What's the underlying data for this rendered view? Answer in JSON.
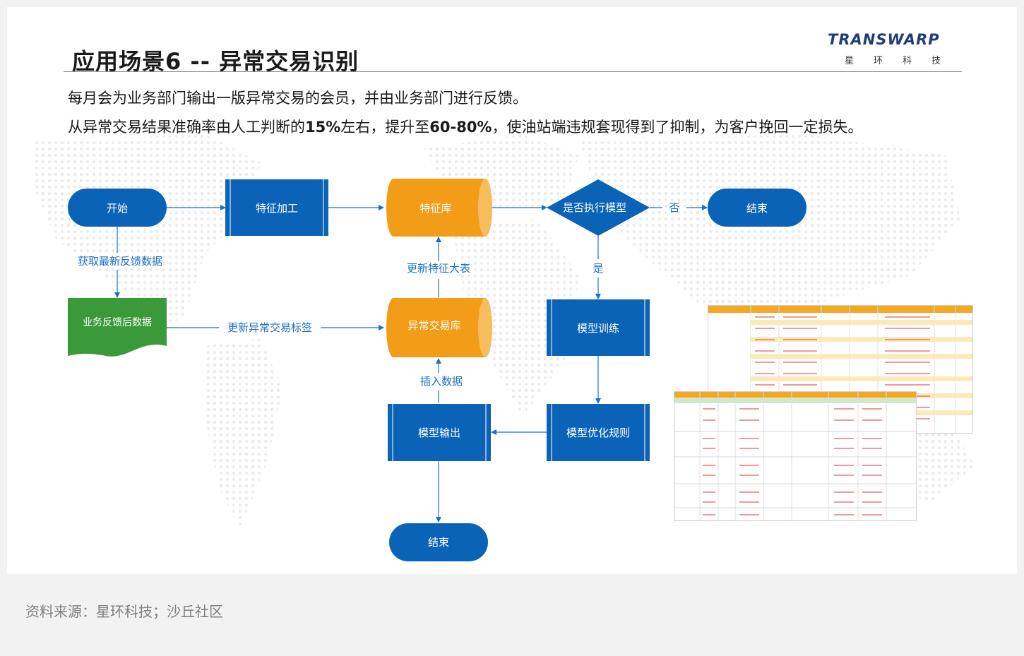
{
  "title": "应用场景6 -- 异常交易识别",
  "logo": {
    "word": "TRANSWARP",
    "sub": "星环科技"
  },
  "description": {
    "line1": "每月会为业务部门输出一版异常交易的会员，并由业务部门进行反馈。",
    "line2_parts": [
      "从异常交易结果准确率由人工判断的",
      "15%",
      "左右，提升至",
      "60-80%",
      "，使油站端违规套现得到了抑制，为客户挽回一定损失。"
    ]
  },
  "nodes": {
    "start": "开始",
    "feature_eng": "特征加工",
    "feature_db": "特征库",
    "decision": "是否执行模型",
    "end_top": "结束",
    "feedback_data": "业务反馈后数据",
    "anomaly_db": "异常交易库",
    "model_train": "模型训练",
    "model_output": "模型输出",
    "model_optimize": "模型优化规则",
    "end_bottom": "结束"
  },
  "edge_labels": {
    "get_feedback": "获取最新反馈数据",
    "update_tag": "更新异常交易标签",
    "update_feature_table": "更新特征大表",
    "insert_data": "插入数据",
    "no": "否",
    "yes": "是"
  },
  "colors": {
    "blue": "#0b63b8",
    "orange": "#f29c17",
    "green": "#3a9a3a",
    "edge": "#1d6fc7"
  },
  "source": "资料来源：星环科技；沙丘社区"
}
